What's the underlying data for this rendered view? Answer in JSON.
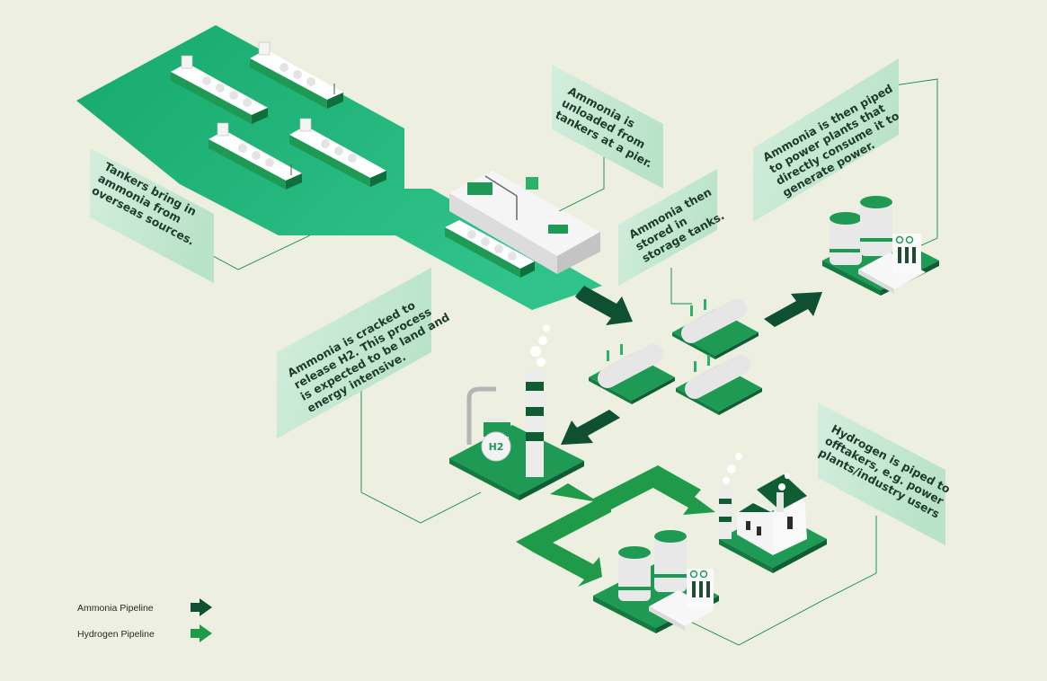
{
  "colors": {
    "background": "#edefe1",
    "sea": "#1fb57a",
    "panel": "#c7e8d3",
    "ammonia_arrow": "#0f4f32",
    "hydrogen_arrow": "#1f9a48",
    "connector": "#0d8a47"
  },
  "annotations": {
    "tankers": [
      "Tankers bring in",
      "ammonia from",
      "overseas sources."
    ],
    "unloading": [
      "Ammonia is",
      "unloaded from",
      "tankers at a pier."
    ],
    "storage": [
      "Ammonia then",
      "stored in",
      "storage tanks."
    ],
    "power": [
      "Ammonia is then piped",
      "to power plants that",
      "directly consume it to",
      "generate power."
    ],
    "cracking": [
      "Ammonia is cracked to",
      "release H2. This process",
      "is expected to be land and",
      "energy intensive."
    ],
    "hydrogen": [
      "Hydrogen is piped to",
      "offtakers, e.g. power",
      "plants/industry users"
    ]
  },
  "cracker_label": "H2",
  "legend": {
    "ammonia": "Ammonia Pipeline",
    "hydrogen": "Hydrogen Pipeline"
  }
}
